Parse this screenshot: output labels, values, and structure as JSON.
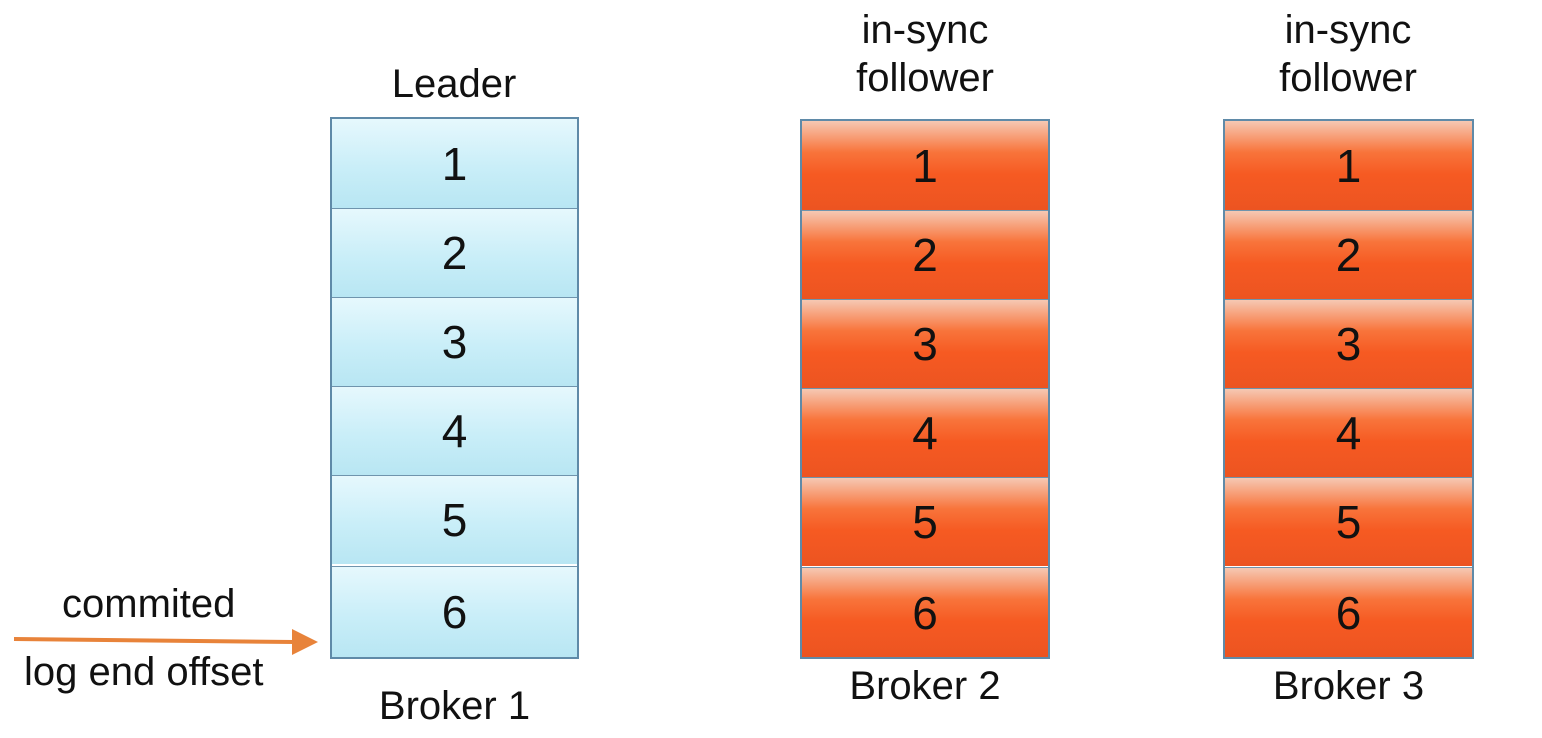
{
  "brokers": [
    {
      "role": "Leader",
      "name": "Broker 1",
      "cells": [
        "1",
        "2",
        "3",
        "4",
        "5",
        "6"
      ]
    },
    {
      "role": "in-sync\nfollower",
      "name": "Broker 2",
      "cells": [
        "1",
        "2",
        "3",
        "4",
        "5",
        "6"
      ]
    },
    {
      "role": "in-sync\nfollower",
      "name": "Broker 3",
      "cells": [
        "1",
        "2",
        "3",
        "4",
        "5",
        "6"
      ]
    }
  ],
  "pointer": {
    "top_label": "commited",
    "bottom_label": "log end offset"
  },
  "colors": {
    "leader_fill": "#c9eef8",
    "follower_fill": "#f65a22",
    "arrow": "#e8833a",
    "border": "#5f8aa8"
  }
}
